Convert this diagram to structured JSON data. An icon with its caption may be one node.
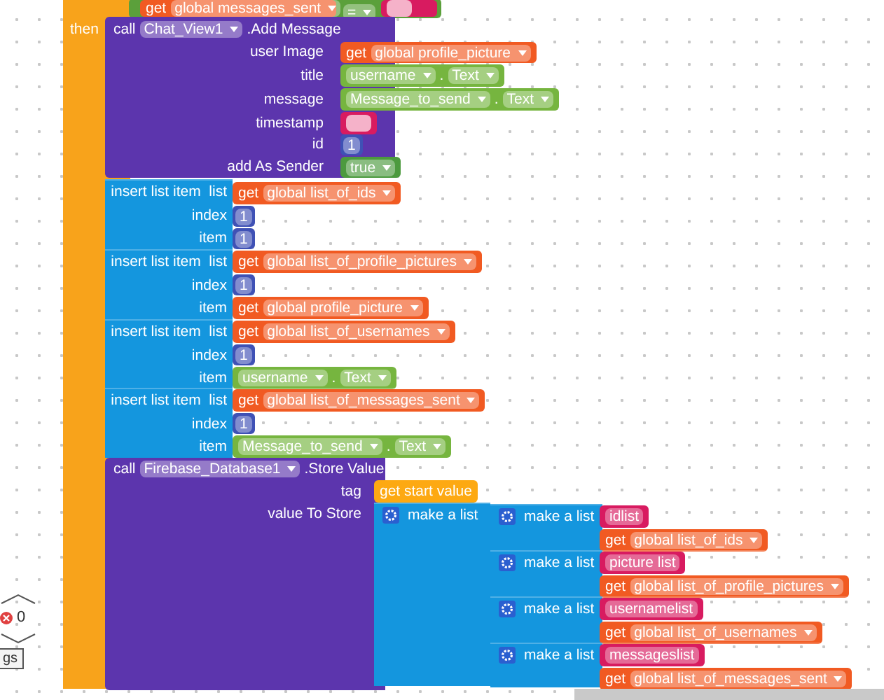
{
  "diagram": {
    "nodes": [
      {
        "text": [
          "then"
        ]
      },
      {
        "text": [
          "="
        ],
        "in": 0
      },
      {
        "text": [
          "get",
          "global messages_sent"
        ],
        "in": 1
      },
      {
        "text": [],
        "shape": "box",
        "in": 1
      },
      {
        "text": [
          "call",
          "Chat_View1",
          ".Add Message",
          "user Image",
          "title",
          "message",
          "timestamp",
          "id",
          "add As Sender"
        ],
        "in": 0
      },
      {
        "text": [
          "get",
          "global profile_picture"
        ],
        "in": 4
      },
      {
        "text": [
          "username",
          ".",
          "Text"
        ],
        "in": 4
      },
      {
        "text": [
          "Message_to_send",
          ".",
          "Text"
        ],
        "in": 4
      },
      {
        "text": [],
        "shape": "box",
        "in": 4
      },
      {
        "text": [
          "1"
        ],
        "in": 4
      },
      {
        "text": [
          "true"
        ],
        "in": 4
      },
      {
        "text": [
          "insert list item  list",
          "index",
          "item"
        ],
        "in": 0
      },
      {
        "text": [
          "get",
          "global list_of_ids"
        ],
        "in": 11
      },
      {
        "text": [
          "1"
        ],
        "in": 11
      },
      {
        "text": [
          "1"
        ],
        "in": 11
      },
      {
        "text": [
          "insert list item  list",
          "index",
          "item"
        ],
        "in": 0
      },
      {
        "text": [
          "get",
          "global list_of_profile_pictures"
        ],
        "in": 15
      },
      {
        "text": [
          "1"
        ],
        "in": 15
      },
      {
        "text": [
          "get",
          "global profile_picture"
        ],
        "in": 15
      },
      {
        "text": [
          "insert list item  list",
          "index",
          "item"
        ],
        "in": 0
      },
      {
        "text": [
          "get",
          "global list_of_usernames"
        ],
        "in": 19
      },
      {
        "text": [
          "1"
        ],
        "in": 19
      },
      {
        "text": [
          "username",
          ".",
          "Text"
        ],
        "in": 19
      },
      {
        "text": [
          "insert list item  list",
          "index",
          "item"
        ],
        "in": 0
      },
      {
        "text": [
          "get",
          "global list_of_messages_sent"
        ],
        "in": 23
      },
      {
        "text": [
          "1"
        ],
        "in": 23
      },
      {
        "text": [
          "Message_to_send",
          ".",
          "Text"
        ],
        "in": 23
      },
      {
        "text": [
          "call",
          "Firebase_Database1",
          ".Store Value",
          "tag",
          "value To Store"
        ],
        "in": 0
      },
      {
        "text": [
          "get start value"
        ],
        "in": 27
      },
      {
        "text": [
          "make a list"
        ],
        "in": 27
      },
      {
        "text": [
          "make a list"
        ],
        "in": 29
      },
      {
        "text": [
          "idlist"
        ],
        "in": 30
      },
      {
        "text": [
          "get",
          "global list_of_ids"
        ],
        "in": 30
      },
      {
        "text": [
          "make a list"
        ],
        "in": 29
      },
      {
        "text": [
          "picture list"
        ],
        "in": 33
      },
      {
        "text": [
          "get",
          "global list_of_profile_pictures"
        ],
        "in": 33
      },
      {
        "text": [
          "make a list"
        ],
        "in": 29
      },
      {
        "text": [
          "usernamelist"
        ],
        "in": 36
      },
      {
        "text": [
          "get",
          "global list_of_usernames"
        ],
        "in": 36
      },
      {
        "text": [
          "make a list"
        ],
        "in": 29
      },
      {
        "text": [
          "messageslist"
        ],
        "in": 39
      },
      {
        "text": [
          "get",
          "global list_of_messages_sent"
        ],
        "in": 39
      }
    ],
    "labels": [
      "0",
      "gs"
    ]
  }
}
